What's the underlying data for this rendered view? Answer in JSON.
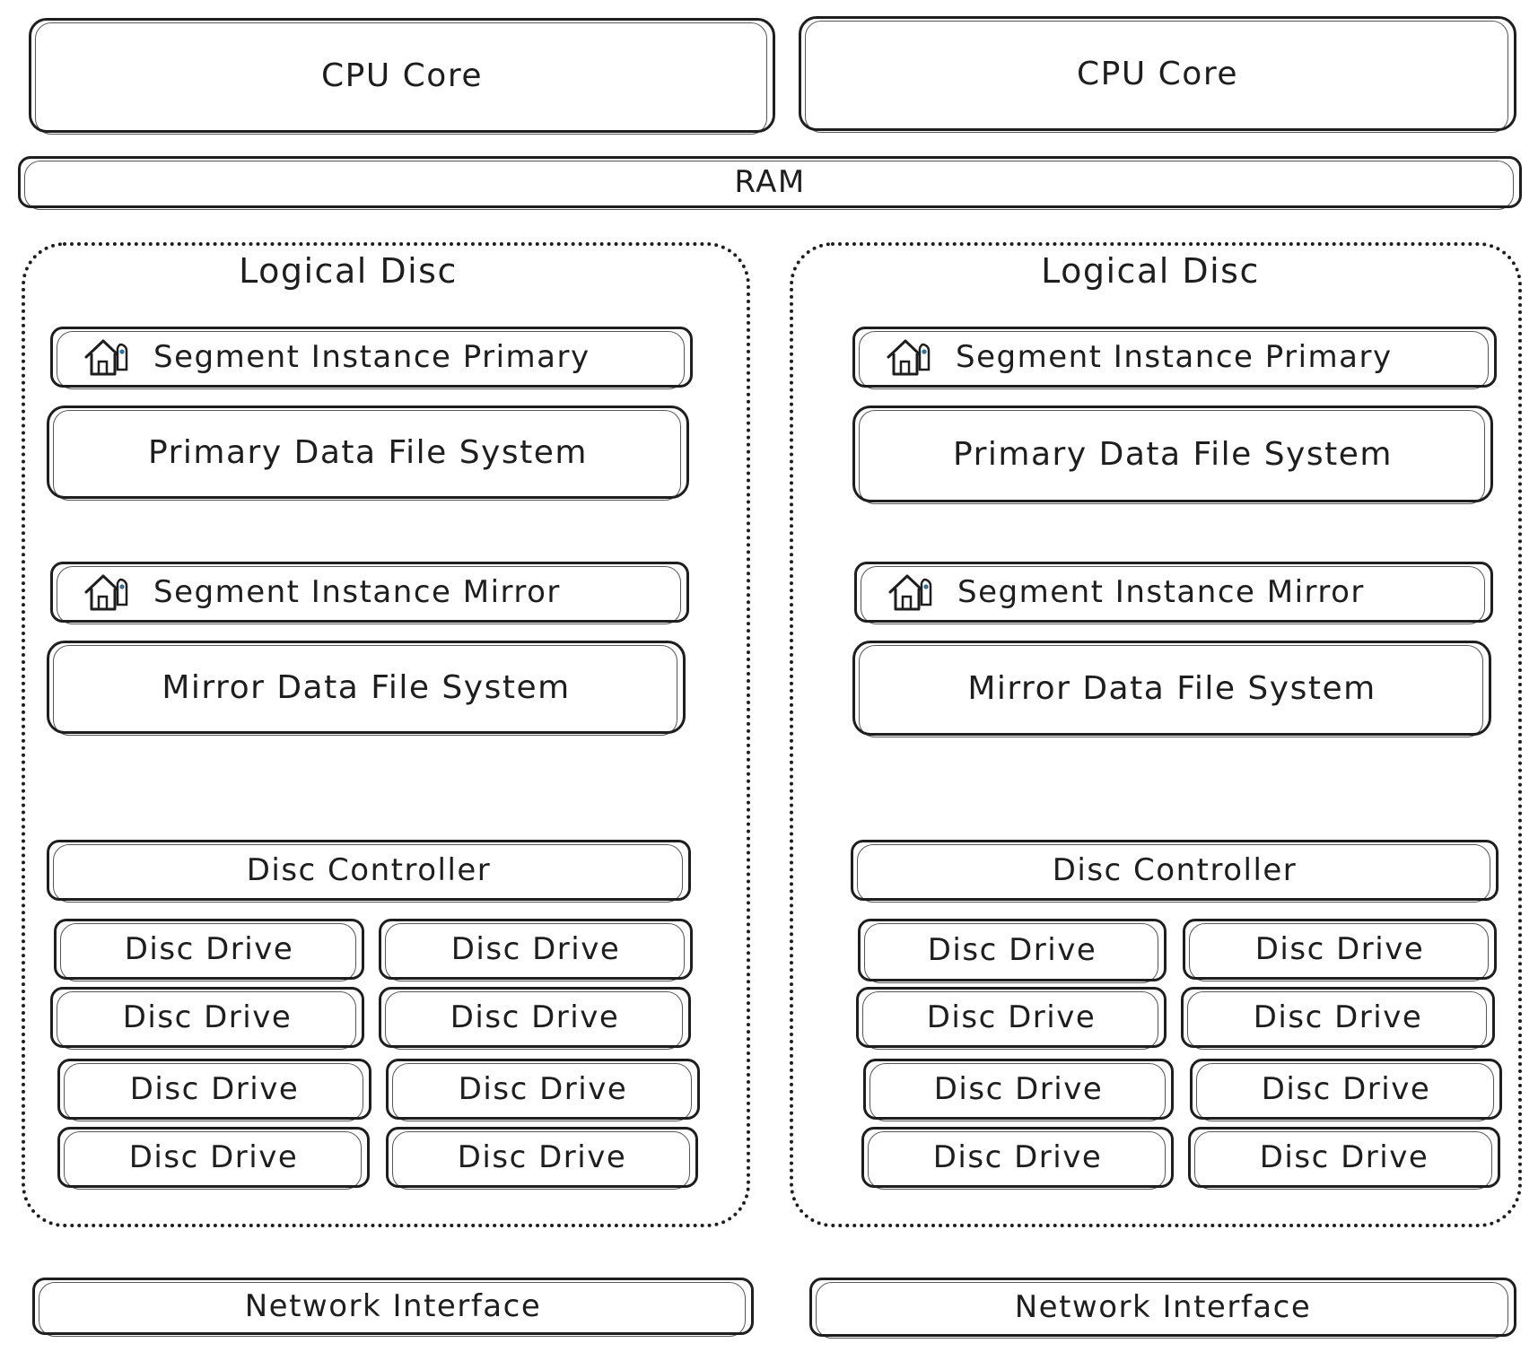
{
  "cpu": [
    {
      "label": "CPU Core"
    },
    {
      "label": "CPU Core"
    }
  ],
  "ram": {
    "label": "RAM"
  },
  "nodes": [
    {
      "logical_disc": "Logical Disc",
      "segment_primary": "Segment Instance Primary",
      "primary_fs": "Primary Data File System",
      "segment_mirror": "Segment Instance Mirror",
      "mirror_fs": "Mirror Data File System",
      "disc_controller": "Disc Controller",
      "disc_drives": [
        "Disc Drive",
        "Disc Drive",
        "Disc Drive",
        "Disc Drive",
        "Disc Drive",
        "Disc Drive",
        "Disc Drive",
        "Disc Drive"
      ],
      "network_interface": "Network Interface"
    },
    {
      "logical_disc": "Logical Disc",
      "segment_primary": "Segment Instance Primary",
      "primary_fs": "Primary Data File System",
      "segment_mirror": "Segment Instance Mirror",
      "mirror_fs": "Mirror Data File System",
      "disc_controller": "Disc Controller",
      "disc_drives": [
        "Disc Drive",
        "Disc Drive",
        "Disc Drive",
        "Disc Drive",
        "Disc Drive",
        "Disc Drive",
        "Disc Drive",
        "Disc Drive"
      ],
      "network_interface": "Network Interface"
    }
  ],
  "icons": {
    "segment": "database-house-icon"
  },
  "colors": {
    "stroke": "#1e1e1e",
    "background": "#ffffff"
  }
}
